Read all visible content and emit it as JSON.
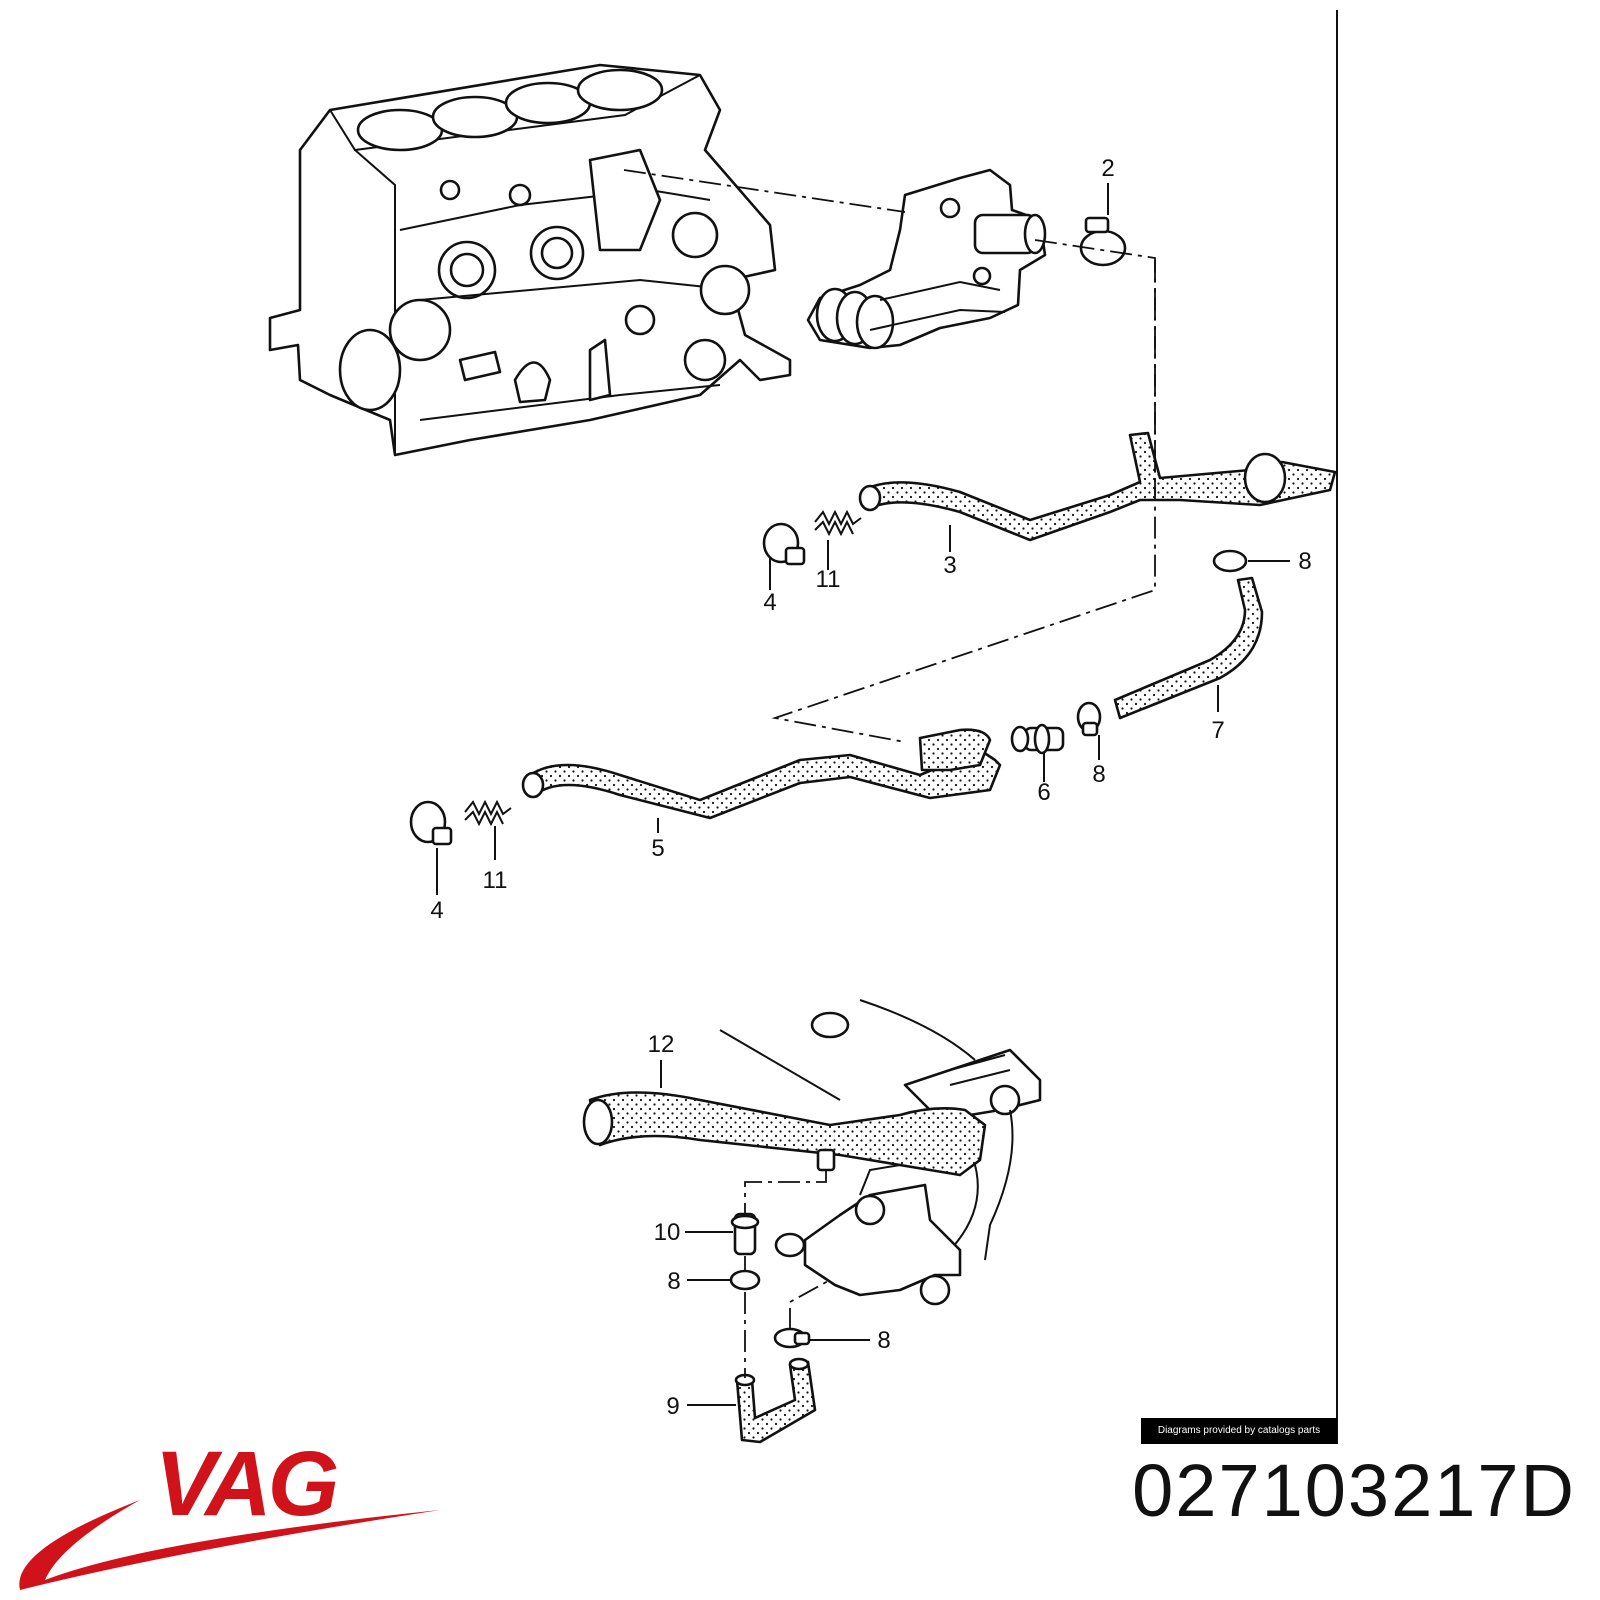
{
  "diagram": {
    "callouts": {
      "c2": "2",
      "c3": "3",
      "c4a": "4",
      "c11a": "11",
      "c8a": "8",
      "c7": "7",
      "c6": "6",
      "c8b": "8",
      "c5": "5",
      "c4b": "4",
      "c11b": "11",
      "c12": "12",
      "c10": "10",
      "c8c": "8",
      "c8d": "8",
      "c9": "9"
    }
  },
  "credit": "Diagrams provided by catalogs parts",
  "brand": {
    "name": "VAG",
    "color": "#d0121b"
  },
  "part_number": "027103217D"
}
